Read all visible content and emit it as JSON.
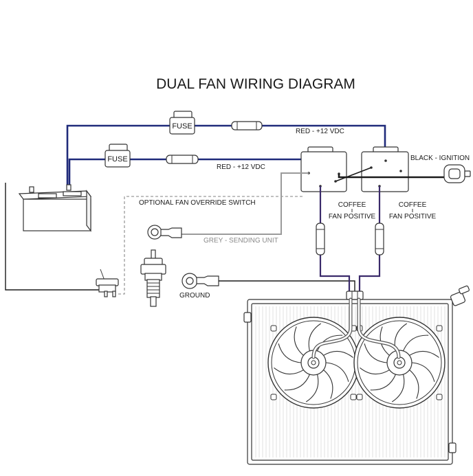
{
  "title": "DUAL FAN WIRING DIAGRAM",
  "labels": {
    "fuse_top": "FUSE",
    "fuse_bottom": "FUSE",
    "red_top": "RED - +12 VDC",
    "red_bottom": "RED - +12 VDC",
    "black_ignition": "BLACK - IGNITION",
    "override_switch": "OPTIONAL FAN OVERRIDE SWITCH",
    "grey_sending": "GREY - SENDING UNIT",
    "ground": "GROUND",
    "coffee_left_1": "COFFEE",
    "coffee_left_2": "FAN POSITIVE",
    "coffee_right_1": "COFFEE",
    "coffee_right_2": "FAN POSITIVE"
  },
  "colors": {
    "red_wire": "#1f2a7a",
    "black_wire": "#1a1a1a",
    "grey_wire": "#9a9a9a",
    "coffee_wire": "#3a2a6a",
    "line": "#333333"
  }
}
